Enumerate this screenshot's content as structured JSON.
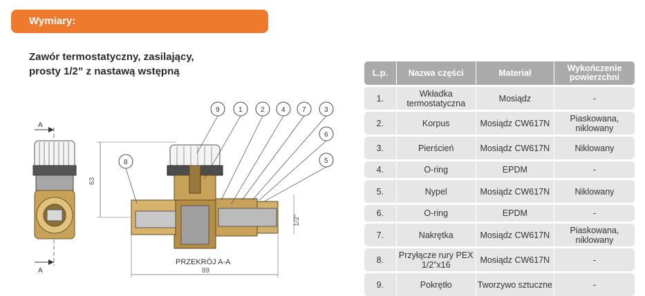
{
  "banner": {
    "label": "Wymiary:"
  },
  "product_title": {
    "line1": "Zawór termostatyczny, zasilający,",
    "line2": "prosty 1/2” z nastawą wstępną"
  },
  "drawing": {
    "callouts": [
      "9",
      "1",
      "2",
      "4",
      "7",
      "3",
      "6",
      "5",
      "8"
    ],
    "section_label": "PRZEKRÓJ A-A",
    "dim_length": "89",
    "dim_height": "63",
    "dim_thread": "1/2\"",
    "section_marker": "A"
  },
  "table": {
    "headers": [
      "L.p.",
      "Nazwa części",
      "Materiał",
      "Wykończenie powierzchni"
    ],
    "rows": [
      {
        "lp": "1.",
        "name": "Wkładka termostatyczna",
        "material": "Mosiądz",
        "finish": "-"
      },
      {
        "lp": "2.",
        "name": "Korpus",
        "material": "Mosiądz CW617N",
        "finish": "Piaskowana, niklowany"
      },
      {
        "lp": "3.",
        "name": "Pierścień",
        "material": "Mosiądz CW617N",
        "finish": "Niklowany"
      },
      {
        "lp": "4.",
        "name": "O-ring",
        "material": "EPDM",
        "finish": "-"
      },
      {
        "lp": "5.",
        "name": "Nypel",
        "material": "Mosiądz CW617N",
        "finish": "Niklowany"
      },
      {
        "lp": "6.",
        "name": "O-ring",
        "material": "EPDM",
        "finish": "-"
      },
      {
        "lp": "7.",
        "name": "Nakrętka",
        "material": "Mosiądz CW617N",
        "finish": "Piaskowana, niklowany"
      },
      {
        "lp": "8.",
        "name": "Przyłącze rury PEX 1/2”x16",
        "material": "Mosiądz CW617N",
        "finish": "-"
      },
      {
        "lp": "9.",
        "name": "Pokrętło",
        "material": "Tworzywo sztuczne",
        "finish": "-"
      }
    ]
  }
}
